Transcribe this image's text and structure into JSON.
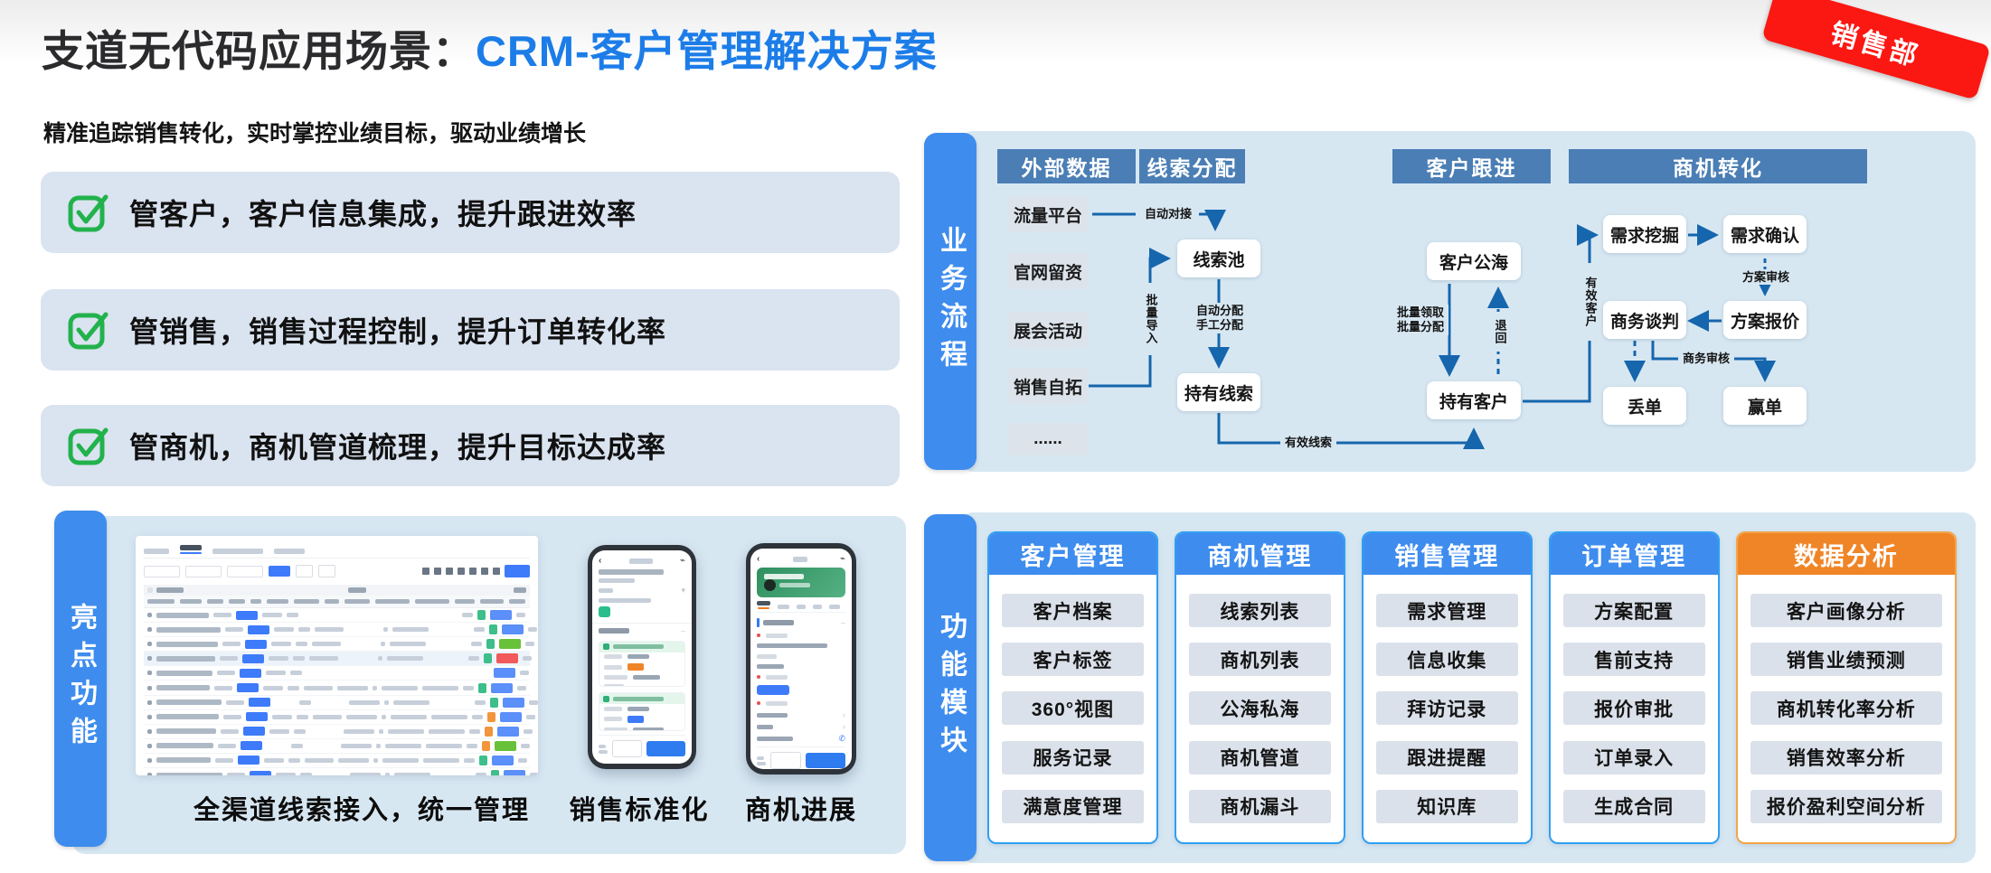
{
  "page": {
    "title_black": "支道无代码应用场景：",
    "title_blue": "CRM-客户管理解决方案",
    "ribbon": "销售部"
  },
  "intro": {
    "subtitle": "精准追踪销售转化，实时掌控业绩目标，驱动业绩增长",
    "points": [
      {
        "text": "管客户，客户信息集成，提升跟进效率"
      },
      {
        "text": "管销售，销售过程控制，提升订单转化率"
      },
      {
        "text": "管商机，商机管道梳理，提升目标达成率"
      }
    ]
  },
  "process": {
    "sidebar": "业务流程",
    "headers": [
      "外部数据",
      "线索分配",
      "客户跟进",
      "商机转化"
    ],
    "sources": [
      "流量平台",
      "官网留资",
      "展会活动",
      "销售自拓",
      "......"
    ],
    "nodes": {
      "lead_pool": "线索池",
      "hold_leads": "持有线索",
      "customer_pool": "客户公海",
      "hold_customers": "持有客户",
      "demand_mining": "需求挖掘",
      "demand_confirm": "需求确认",
      "negotiation": "商务谈判",
      "quote": "方案报价",
      "lose": "丢单",
      "win": "赢单"
    },
    "edge_labels": {
      "auto_connect": "自动对接",
      "batch_import": "批量导入",
      "auto_assign_1": "自动分配",
      "auto_assign_2": "手工分配",
      "valid_leads": "有效线索",
      "batch_claim_1": "批量领取",
      "batch_claim_2": "批量分配",
      "return": "退回",
      "valid_customers": "有效客户",
      "plan_review": "方案审核",
      "business_review": "商务审核"
    }
  },
  "highlights": {
    "sidebar": "亮点功能",
    "captions": {
      "table": "全渠道线索接入，统一管理",
      "phone1": "销售标准化",
      "phone2": "商机进展"
    },
    "table_rows": [
      {
        "square": "green",
        "pill": "blue"
      },
      {
        "square": "green",
        "pill": "blue"
      },
      {
        "square": "green",
        "pill": "green"
      },
      {
        "square": "green",
        "pill": "red"
      },
      {
        "square": "none",
        "pill": "blue"
      },
      {
        "square": "green",
        "pill": "blue"
      },
      {
        "square": "green",
        "pill": "blue"
      },
      {
        "square": "orange",
        "pill": "blue"
      },
      {
        "square": "orange",
        "pill": "blue"
      },
      {
        "square": "orange",
        "pill": "green"
      },
      {
        "square": "green",
        "pill": "blue"
      },
      {
        "square": "green",
        "pill": "blue"
      },
      {
        "square": "green",
        "pill": "green"
      }
    ]
  },
  "modules": {
    "sidebar": "功能模块",
    "columns": [
      {
        "title": "客户管理",
        "accent": "blue",
        "items": [
          "客户档案",
          "客户标签",
          "360°视图",
          "服务记录",
          "满意度管理"
        ]
      },
      {
        "title": "商机管理",
        "accent": "blue",
        "items": [
          "线索列表",
          "商机列表",
          "公海私海",
          "商机管道",
          "商机漏斗"
        ]
      },
      {
        "title": "销售管理",
        "accent": "blue",
        "items": [
          "需求管理",
          "信息收集",
          "拜访记录",
          "跟进提醒",
          "知识库"
        ]
      },
      {
        "title": "订单管理",
        "accent": "blue",
        "items": [
          "方案配置",
          "售前支持",
          "报价审批",
          "订单录入",
          "生成合同"
        ]
      },
      {
        "title": "数据分析",
        "accent": "orange",
        "items": [
          "客户画像分析",
          "销售业绩预测",
          "商机转化率分析",
          "销售效率分析",
          "报价盈利空间分析"
        ]
      }
    ]
  },
  "colors": {
    "accent_blue": "#1c7de8",
    "sidebar_blue": "#3e8cee",
    "flow_header_blue": "#4a7eb5",
    "panel_bg": "#d7e7f2",
    "arrow_blue": "#1566ad",
    "module_orange": "#f08527",
    "ribbon_red": "#fb1712",
    "check_green": "#22b24c",
    "badge_green": "#3dbe8b",
    "badge_orange": "#f2953c",
    "pill_blue": "#5b8ff9",
    "pill_green": "#67c23a",
    "pill_red": "#f05a5a"
  }
}
